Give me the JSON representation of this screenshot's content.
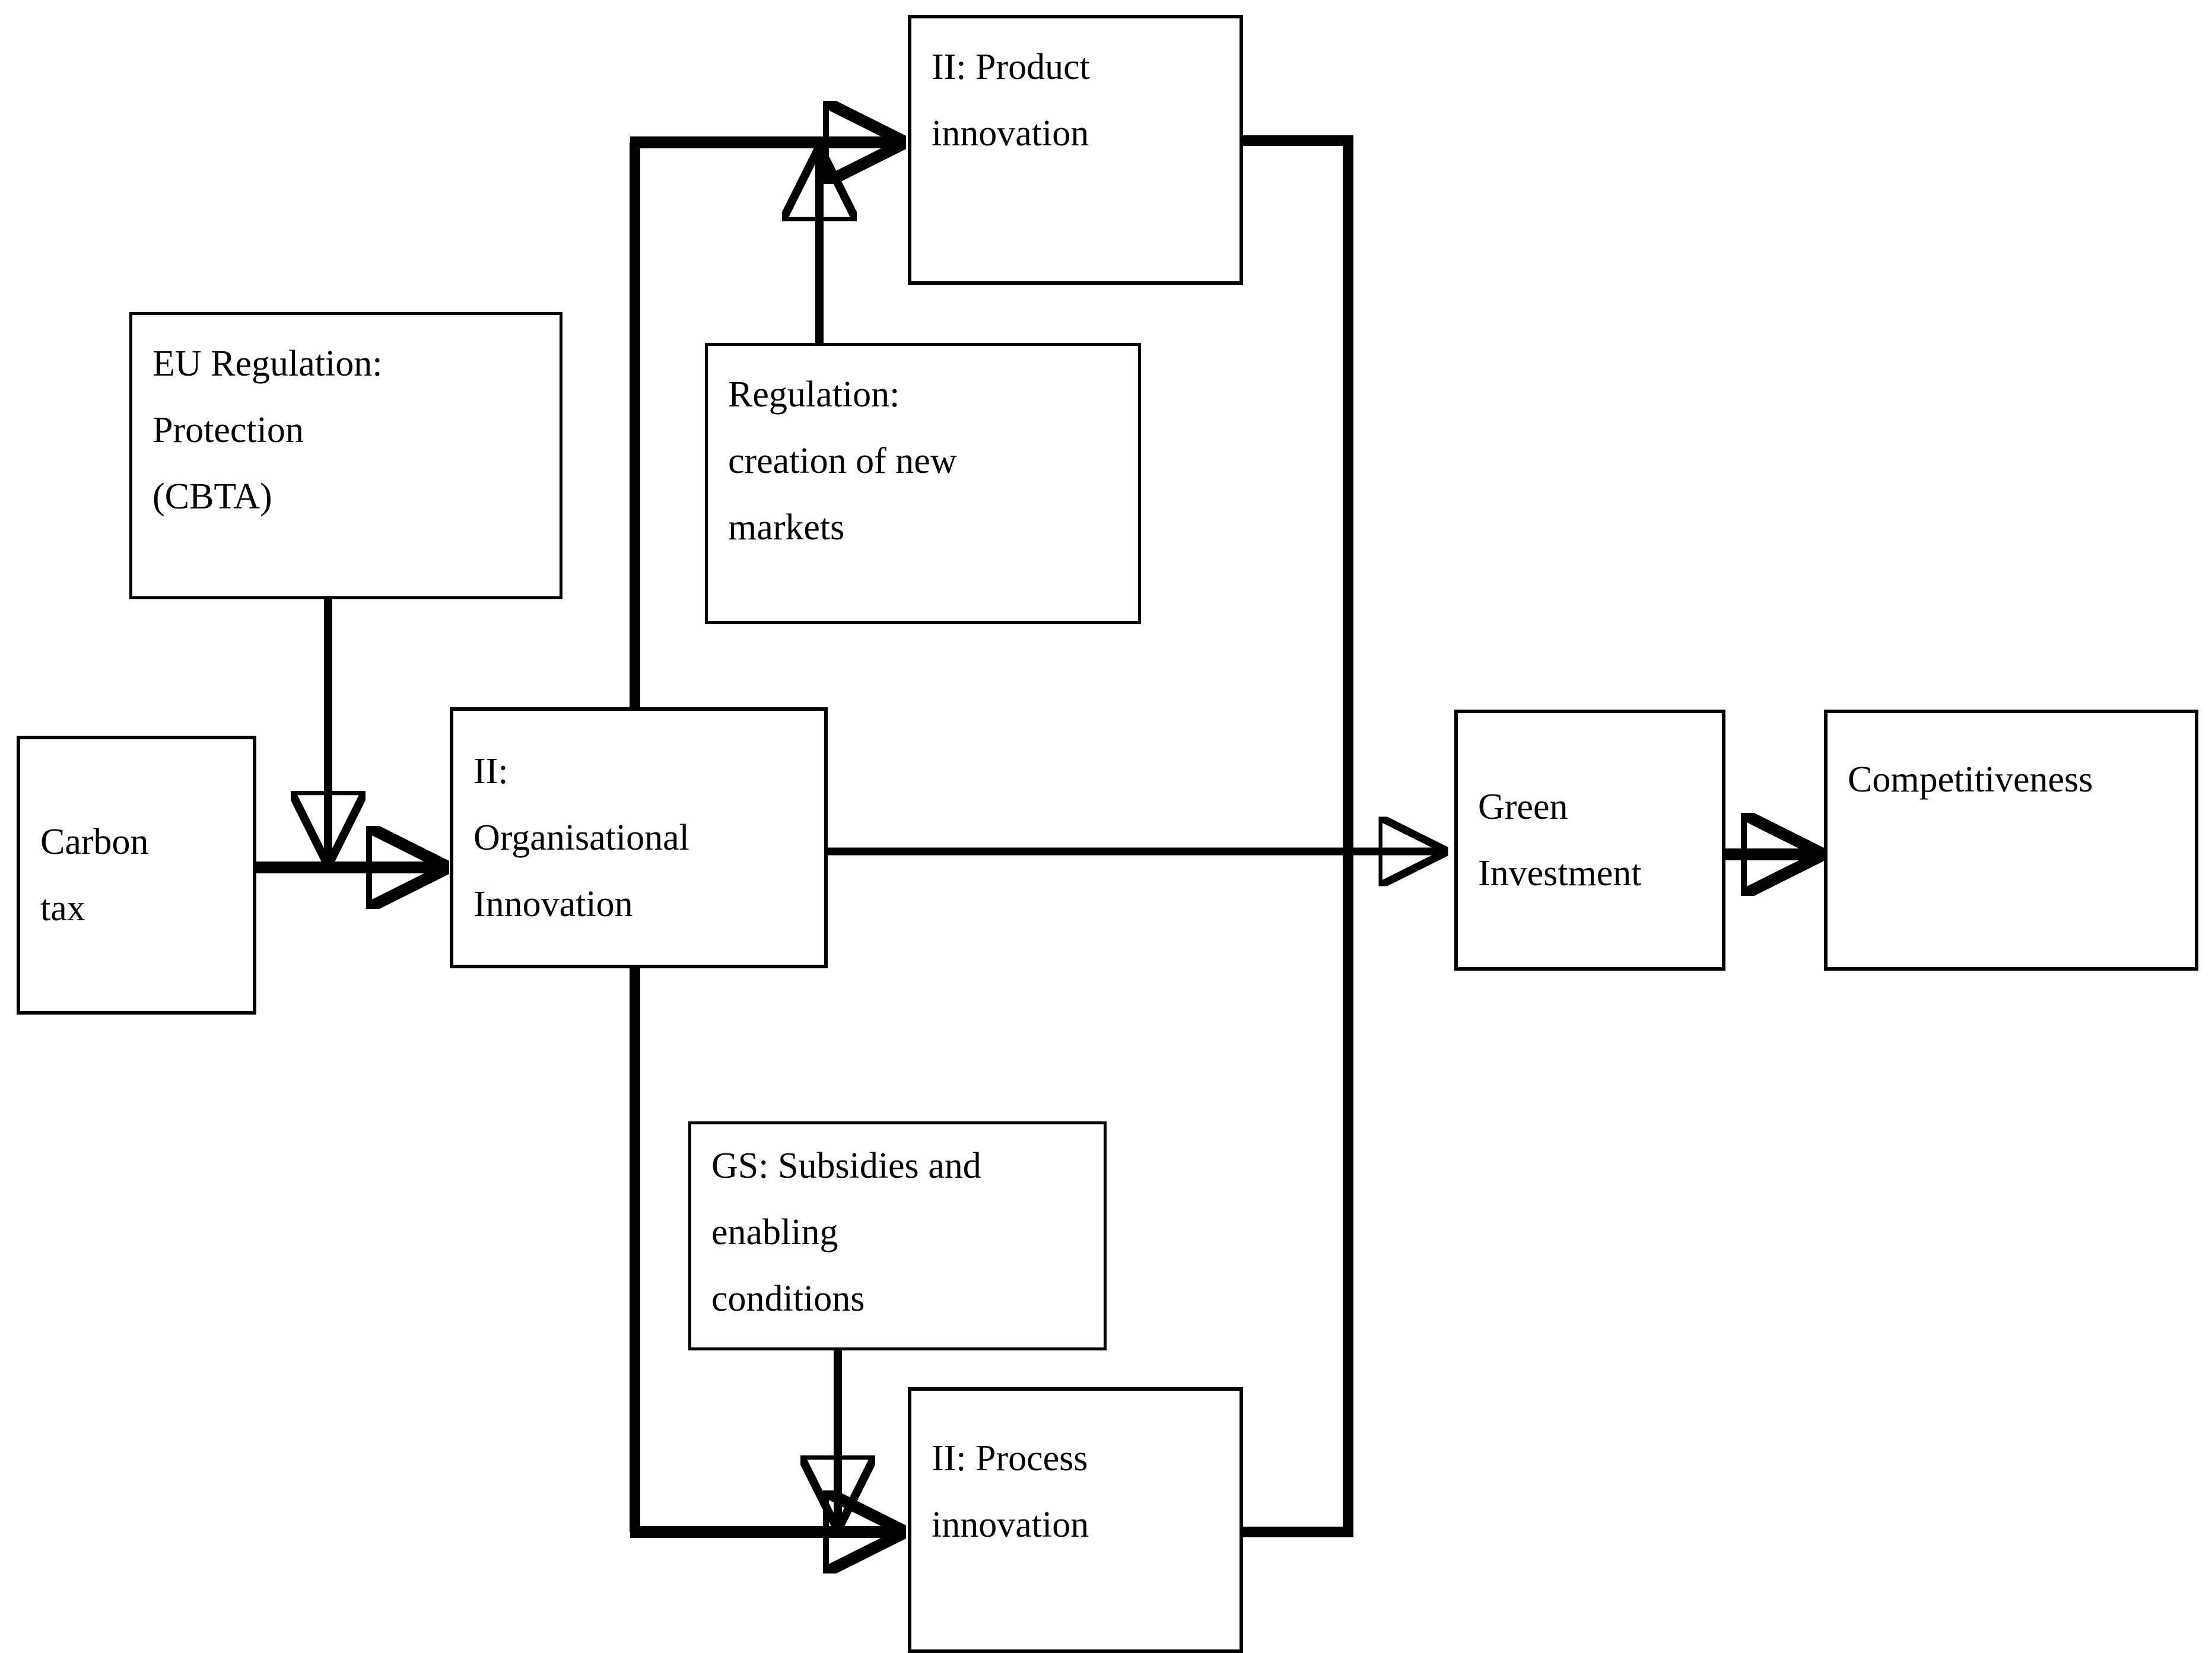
{
  "diagram": {
    "type": "flowchart",
    "title": "",
    "background": "#ffffff",
    "line_color": "#000000",
    "nodes": [
      {
        "id": "product_innovation",
        "label": "II: Product\ninnovation"
      },
      {
        "id": "eu_regulation",
        "label": "EU Regulation:\nProtection\n(CBTA)"
      },
      {
        "id": "regulation_markets",
        "label": "Regulation:\ncreation of new\nmarkets"
      },
      {
        "id": "carbon_tax",
        "label": "Carbon\ntax"
      },
      {
        "id": "organisational_innovation",
        "label": "II:\nOrganisational\nInnovation"
      },
      {
        "id": "green_investment",
        "label": "Green\nInvestment"
      },
      {
        "id": "competitiveness",
        "label": "Competitiveness"
      },
      {
        "id": "gs_subsidies",
        "label": "GS: Subsidies and\nenabling\nconditions"
      },
      {
        "id": "process_innovation",
        "label": "II: Process\ninnovation"
      }
    ],
    "edges": [
      {
        "from": "eu_regulation",
        "to": "carbon_tax_arrow",
        "style": "solid-arrow"
      },
      {
        "from": "carbon_tax",
        "to": "organisational_innovation",
        "style": "solid-arrow"
      },
      {
        "from": "organisational_innovation",
        "to": "product_innovation",
        "style": "solid-arrow"
      },
      {
        "from": "organisational_innovation",
        "to": "process_innovation",
        "style": "solid-arrow"
      },
      {
        "from": "regulation_markets",
        "to": "product_innovation",
        "style": "solid-arrow"
      },
      {
        "from": "gs_subsidies",
        "to": "process_innovation",
        "style": "solid-arrow"
      },
      {
        "from": "organisational_innovation",
        "to": "green_investment",
        "style": "solid-arrow"
      },
      {
        "from": "product_innovation",
        "to": "green_investment",
        "style": "solid-elbow"
      },
      {
        "from": "process_innovation",
        "to": "green_investment",
        "style": "solid-elbow"
      },
      {
        "from": "green_investment",
        "to": "competitiveness",
        "style": "solid-arrow"
      }
    ]
  }
}
